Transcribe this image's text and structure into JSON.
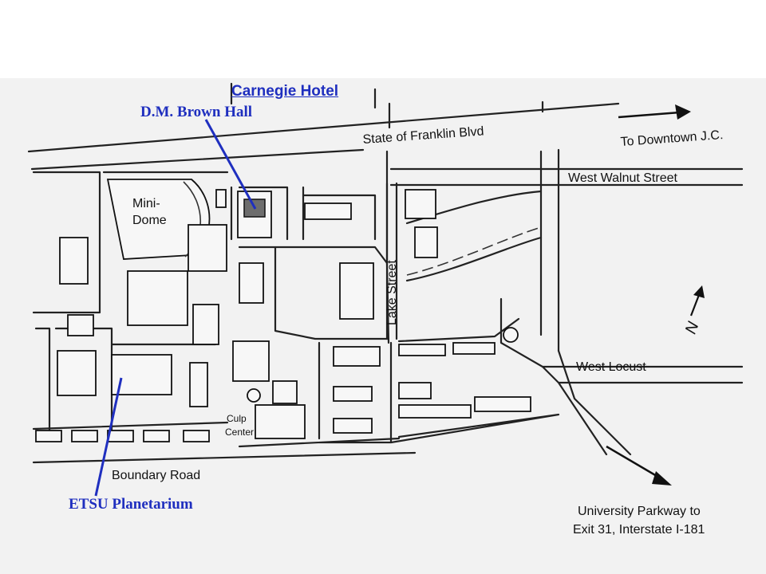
{
  "labels": {
    "carnegie_hotel": "Carnegie Hotel",
    "dm_brown_hall": "D.M. Brown Hall",
    "etsu_planetarium": "ETSU Planetarium",
    "state_of_franklin": "State of Franklin Blvd",
    "to_downtown": "To Downtown J.C.",
    "west_walnut": "West Walnut Street",
    "mini_dome_1": "Mini-",
    "mini_dome_2": "Dome",
    "lake_street": "Lake Street",
    "west_locust": "West Locust",
    "culp_1": "Culp",
    "culp_2": "Center",
    "boundary_road": "Boundary Road",
    "univ_1": "University Parkway to",
    "univ_2": "Exit 31, Interstate I-181",
    "north": "N"
  },
  "colors": {
    "link": "#1f2fbf",
    "pointer": "#1f2fbf",
    "ink": "#111111",
    "map_bg": "#f2f2f2"
  },
  "icons": [
    "north-arrow-icon",
    "direction-arrow-icon"
  ]
}
